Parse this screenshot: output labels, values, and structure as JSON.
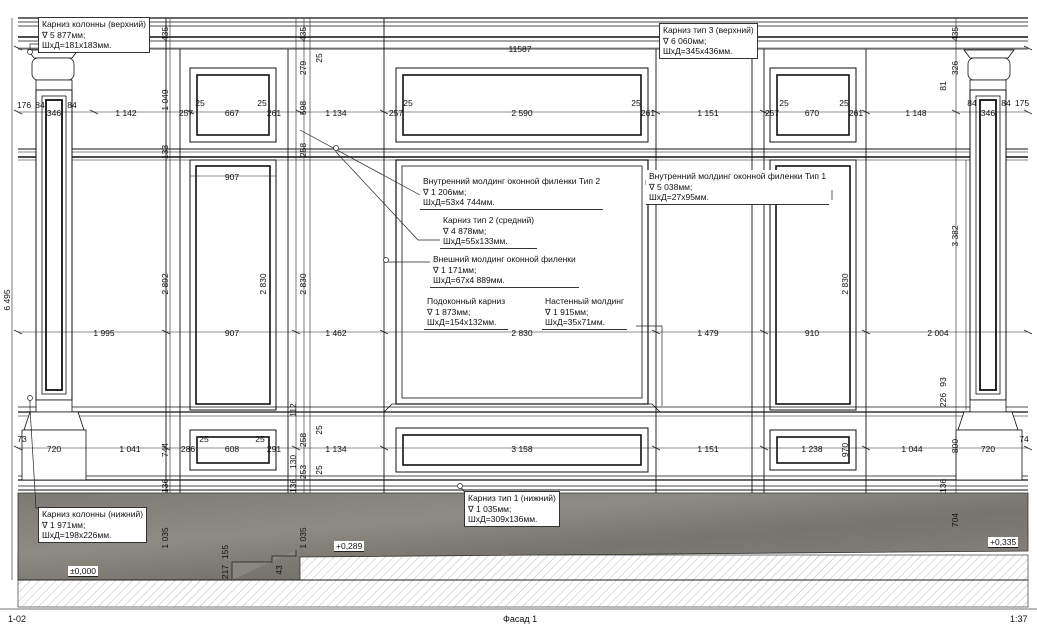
{
  "sheet": {
    "code": "1-02",
    "title": "Фасад 1",
    "scale": "1:37"
  },
  "levels": {
    "floor": "±0,000",
    "raised_left": "+0,289",
    "raised_right": "+0,335"
  },
  "notes": {
    "column_cornice_top": {
      "title": "Карниз колонны (верхний)",
      "line2": "∇ 5 877мм;",
      "line3": "ШхД=181х183мм."
    },
    "cornice_type3_top": {
      "title": "Карниз тип 3 (верхний)",
      "line2": "∇ 6 060мм;",
      "line3": "ШхД=345х436мм."
    },
    "inner_molding_type2": {
      "title": "Внутренний молдинг оконной филенки Тип 2",
      "line2": "∇ 1 206мм;",
      "line3": "ШхД=53х4 744мм."
    },
    "inner_molding_type1": {
      "title": "Внутренний молдинг оконной филенки Тип 1",
      "line2": "∇ 5 038мм;",
      "line3": "ШхД=27х95мм."
    },
    "cornice_type2_mid": {
      "title": "Карниз тип 2 (средний)",
      "line2": "∇ 4 878мм;",
      "line3": "ШхД=55х133мм."
    },
    "outer_molding": {
      "title": "Внешний молдинг оконной филенки",
      "line2": "∇ 1 171мм;",
      "line3": "ШхД=67х4 889мм."
    },
    "sill_cornice": {
      "title": "Подоконный карниз",
      "line2": "∇ 1 873мм;",
      "line3": "ШхД=154х132мм."
    },
    "wall_molding": {
      "title": "Настенный молдинг",
      "line2": "∇ 1 915мм;",
      "line3": "ШхД=35х71мм."
    },
    "column_cornice_bottom": {
      "title": "Карниз колонны (нижний)",
      "line2": "∇ 1 971мм;",
      "line3": "ШхД=198х226мм."
    },
    "cornice_type1_bottom": {
      "title": "Карниз тип 1 (нижний)",
      "line2": "∇ 1 035мм;",
      "line3": "ШхД=309х136мм."
    }
  },
  "dims": {
    "overall_width": "11587",
    "overall_height": "6 495",
    "row_top": [
      "176",
      "84",
      "346",
      "84",
      "1 142",
      "257",
      "25",
      "667",
      "25",
      "261",
      "1 134",
      "257",
      "25",
      "2 590",
      "25",
      "261",
      "1 151",
      "257",
      "25",
      "670",
      "25",
      "261",
      "1 148",
      "84",
      "346",
      "84",
      "175"
    ],
    "row_upper": [
      "907"
    ],
    "row_mid": [
      "1 995",
      "907",
      "1 462",
      "2 830",
      "1 479",
      "910",
      "2 004"
    ],
    "row_low": [
      "73",
      "720",
      "1 041",
      "286",
      "25",
      "608",
      "25",
      "291",
      "1 134",
      "3 158",
      "1 151",
      "1 238",
      "1 044",
      "720",
      "74"
    ],
    "vertical": [
      "435",
      "1 049",
      "133",
      "2 892",
      "744",
      "136",
      "1 035",
      "435",
      "279",
      "25",
      "598",
      "258",
      "2 830",
      "2 830",
      "2 830",
      "112",
      "258",
      "130",
      "253",
      "25",
      "25",
      "136",
      "1 035",
      "217",
      "155",
      "43",
      "435",
      "326",
      "81",
      "3 382",
      "93",
      "226",
      "800",
      "136",
      "704",
      "970"
    ]
  }
}
